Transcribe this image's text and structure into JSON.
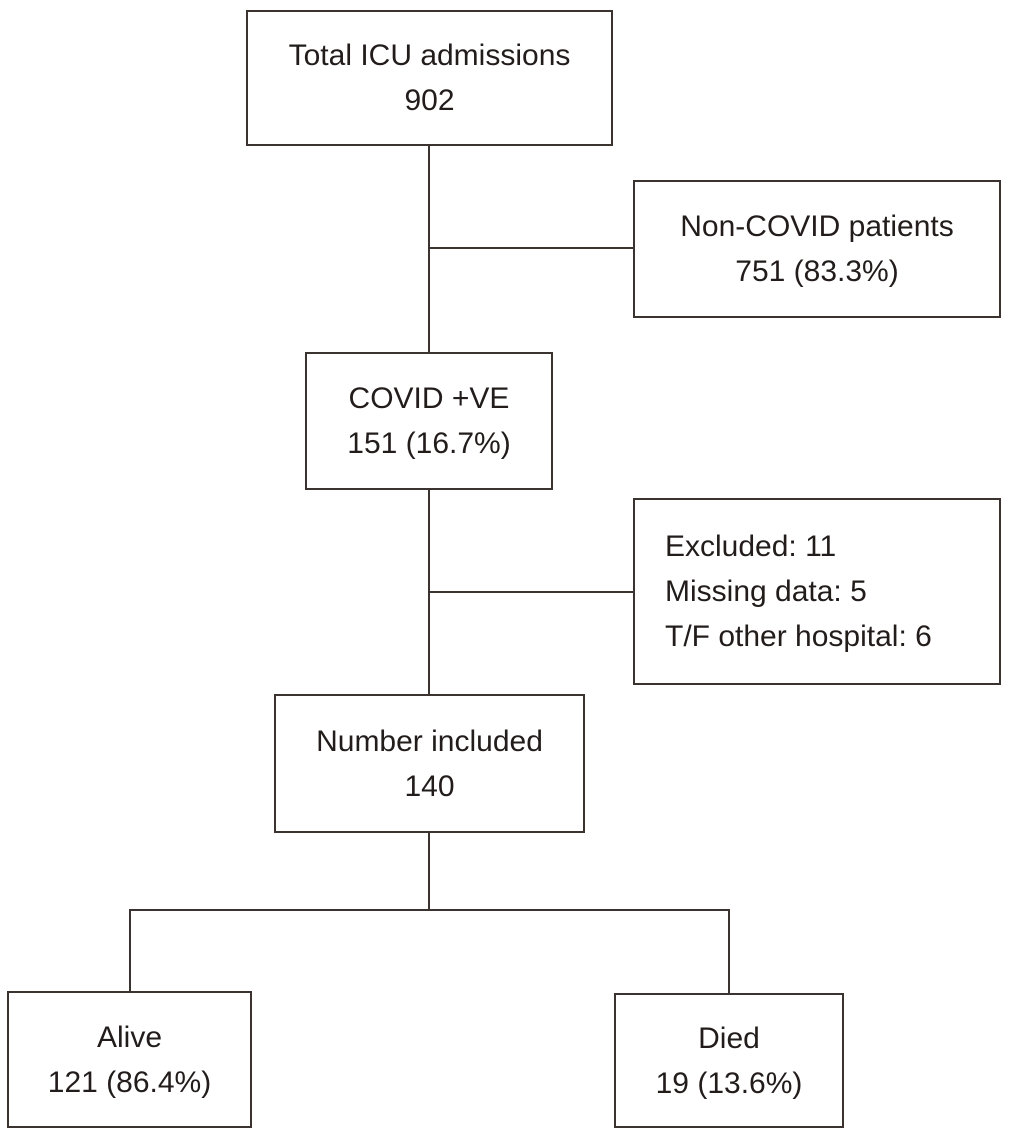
{
  "diagram": {
    "type": "flowchart",
    "colors": {
      "border": "#3a3330",
      "text": "#221c1b",
      "background": "#ffffff"
    },
    "nodes": {
      "total": {
        "label": "Total ICU admissions",
        "value": "902"
      },
      "noncovid": {
        "label": "Non-COVID patients",
        "value": "751 (83.3%)"
      },
      "covid": {
        "label": "COVID +VE",
        "value": "151 (16.7%)"
      },
      "excluded": {
        "lines": [
          "Excluded: 11",
          "Missing data: 5",
          "T/F other hospital: 6"
        ]
      },
      "included": {
        "label": "Number included",
        "value": "140"
      },
      "alive": {
        "label": "Alive",
        "value": "121 (86.4%)"
      },
      "died": {
        "label": "Died",
        "value": "19 (13.6%)"
      }
    }
  }
}
